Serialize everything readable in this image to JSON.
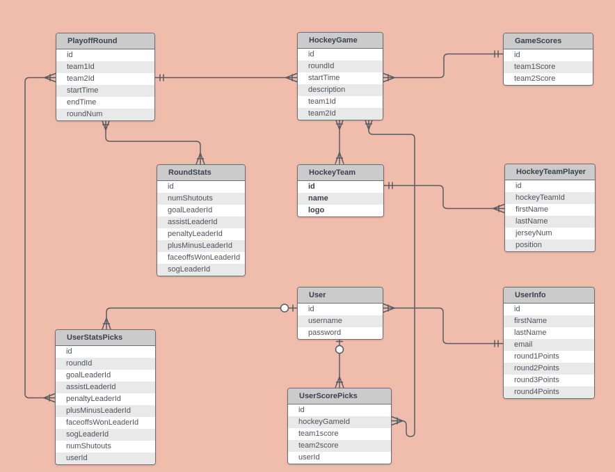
{
  "diagram": {
    "tool": "erd-canvas",
    "background_color": "#F0BCAC",
    "entity_header_color": "#CBCBCB",
    "entity_alt_row_color": "#E9E9E9",
    "wire_color": "#555B63",
    "entities": [
      {
        "id": "playoffRound",
        "name": "PlayoffRound",
        "fields": [
          {
            "name": "id"
          },
          {
            "name": "team1Id"
          },
          {
            "name": "team2Id"
          },
          {
            "name": "startTime"
          },
          {
            "name": "endTime"
          },
          {
            "name": "roundNum"
          }
        ]
      },
      {
        "id": "hockeyGame",
        "name": "HockeyGame",
        "fields": [
          {
            "name": "id"
          },
          {
            "name": "roundId"
          },
          {
            "name": "startTime"
          },
          {
            "name": "description"
          },
          {
            "name": "team1Id"
          },
          {
            "name": "team2Id"
          }
        ]
      },
      {
        "id": "gameScores",
        "name": "GameScores",
        "fields": [
          {
            "name": "id"
          },
          {
            "name": "team1Score"
          },
          {
            "name": "team2Score"
          }
        ]
      },
      {
        "id": "roundStats",
        "name": "RoundStats",
        "fields": [
          {
            "name": "id"
          },
          {
            "name": "numShutouts"
          },
          {
            "name": "goalLeaderId"
          },
          {
            "name": "assistLeaderId"
          },
          {
            "name": "penaltyLeaderId"
          },
          {
            "name": "plusMinusLeaderId"
          },
          {
            "name": "faceoffsWonLeaderId"
          },
          {
            "name": "sogLeaderId"
          }
        ]
      },
      {
        "id": "hockeyTeam",
        "name": "HockeyTeam",
        "fields": [
          {
            "name": "id",
            "bold": true
          },
          {
            "name": "name",
            "bold": true
          },
          {
            "name": "logo",
            "bold": true
          }
        ]
      },
      {
        "id": "hockeyTeamPlayer",
        "name": "HockeyTeamPlayer",
        "fields": [
          {
            "name": "id"
          },
          {
            "name": "hockeyTeamId"
          },
          {
            "name": "firstName"
          },
          {
            "name": "lastName"
          },
          {
            "name": "jerseyNum"
          },
          {
            "name": "position"
          }
        ]
      },
      {
        "id": "user",
        "name": "User",
        "fields": [
          {
            "name": "id"
          },
          {
            "name": "username"
          },
          {
            "name": "password"
          }
        ]
      },
      {
        "id": "userInfo",
        "name": "UserInfo",
        "fields": [
          {
            "name": "id"
          },
          {
            "name": "firstName"
          },
          {
            "name": "lastName"
          },
          {
            "name": "email"
          },
          {
            "name": "round1Points"
          },
          {
            "name": "round2Points"
          },
          {
            "name": "round3Points"
          },
          {
            "name": "round4Points"
          }
        ]
      },
      {
        "id": "userStatsPicks",
        "name": "UserStatsPicks",
        "fields": [
          {
            "name": "id"
          },
          {
            "name": "roundId"
          },
          {
            "name": "goalLeaderId"
          },
          {
            "name": "assistLeaderId"
          },
          {
            "name": "penaltyLeaderId"
          },
          {
            "name": "plusMinusLeaderId"
          },
          {
            "name": "faceoffsWonLeaderId"
          },
          {
            "name": "sogLeaderId"
          },
          {
            "name": "numShutouts"
          },
          {
            "name": "userId"
          }
        ]
      },
      {
        "id": "userScorePicks",
        "name": "UserScorePicks",
        "fields": [
          {
            "name": "id"
          },
          {
            "name": "hockeyGameId"
          },
          {
            "name": "team1score"
          },
          {
            "name": "team2score"
          },
          {
            "name": "userId"
          }
        ]
      }
    ],
    "relationships": [
      {
        "from": "PlayoffRound",
        "to": "HockeyGame",
        "from_end": "exactly-one",
        "to_end": "one-or-many"
      },
      {
        "from": "HockeyGame",
        "to": "GameScores",
        "from_end": "one-or-many",
        "to_end": "exactly-one"
      },
      {
        "from": "PlayoffRound",
        "to": "RoundStats",
        "from_end": "one-or-many",
        "to_end": "one-or-many"
      },
      {
        "from": "PlayoffRound",
        "to": "UserStatsPicks",
        "from_end": "one-or-many",
        "to_end": "one-or-many"
      },
      {
        "from": "HockeyGame",
        "to": "HockeyTeam",
        "from_end": "one-or-many",
        "to_end": "one-or-many"
      },
      {
        "from": "HockeyGame",
        "to": "UserScorePicks",
        "from_end": "one-or-many",
        "to_end": "one-or-many"
      },
      {
        "from": "HockeyTeam",
        "to": "HockeyTeamPlayer",
        "from_end": "exactly-one",
        "to_end": "one-or-many"
      },
      {
        "from": "User",
        "to": "UserInfo",
        "from_end": "one-or-many",
        "to_end": "exactly-one"
      },
      {
        "from": "User",
        "to": "UserStatsPicks",
        "from_end": "zero-or-one",
        "to_end": "one-or-many"
      },
      {
        "from": "User",
        "to": "UserScorePicks",
        "from_end": "zero-or-one",
        "to_end": "one-or-many"
      }
    ]
  }
}
